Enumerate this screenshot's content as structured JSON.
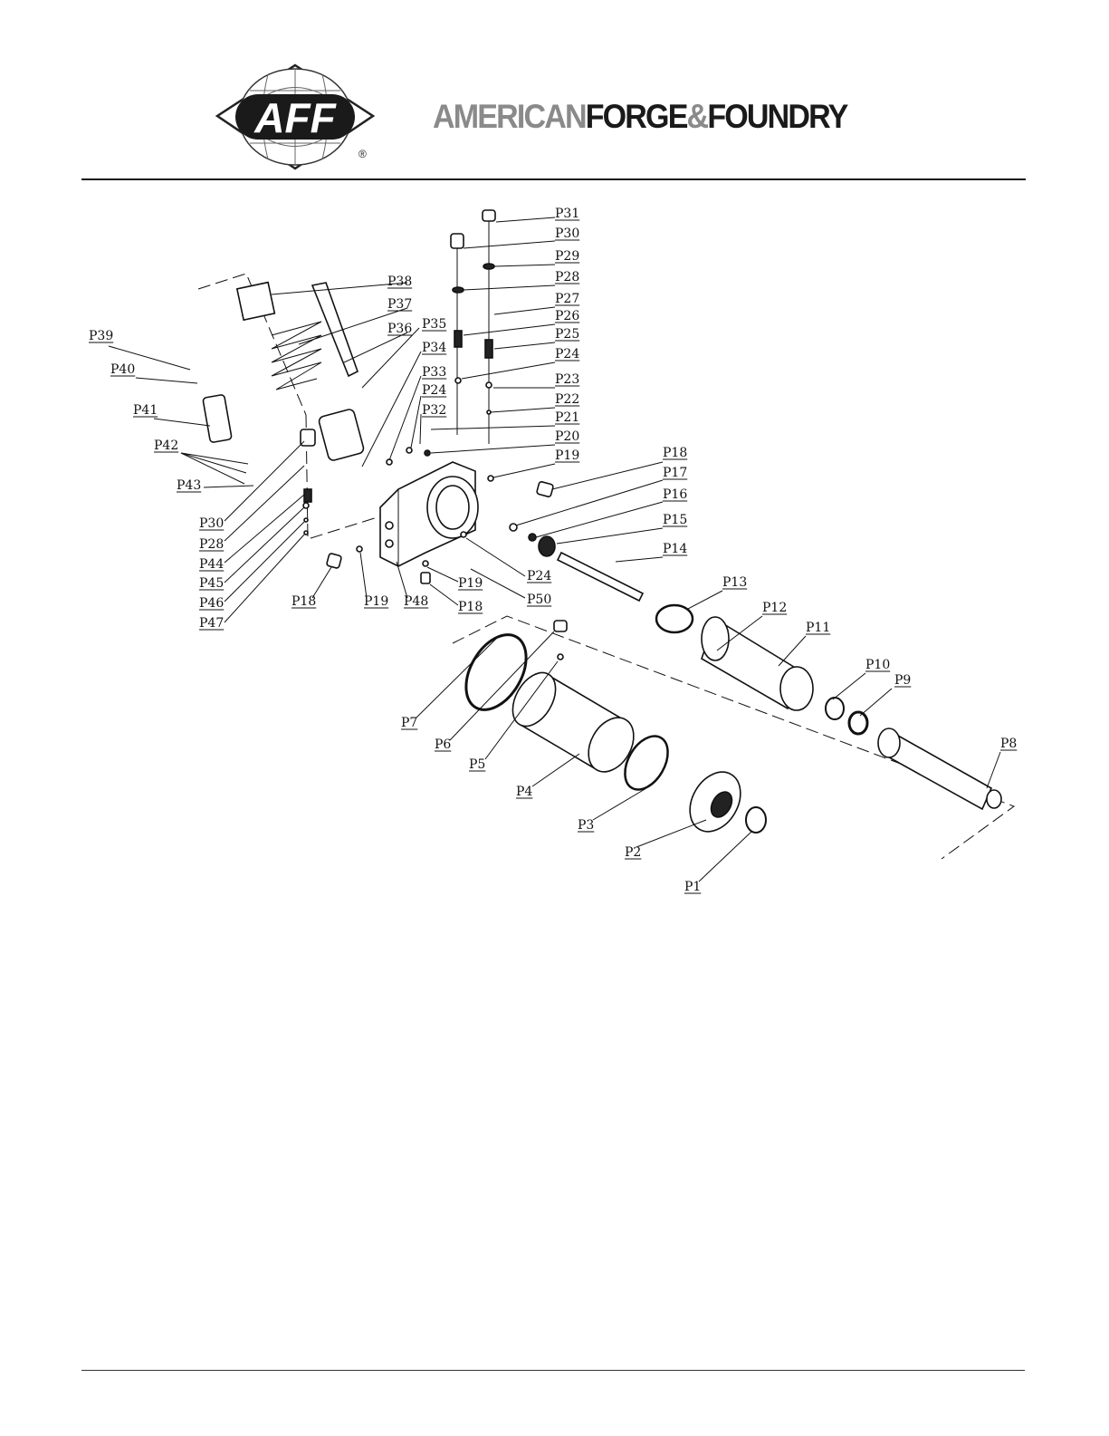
{
  "brand": {
    "logo_text": "AFF",
    "registered": "®",
    "name_part1": "AMERICAN",
    "name_part2": "FORGE",
    "amp": "&",
    "name_part3": "FOUNDRY"
  },
  "diagram": {
    "labels": [
      "P1",
      "P2",
      "P3",
      "P4",
      "P5",
      "P6",
      "P7",
      "P8",
      "P9",
      "P10",
      "P11",
      "P12",
      "P13",
      "P14",
      "P15",
      "P16",
      "P17",
      "P18",
      "P19",
      "P20",
      "P21",
      "P22",
      "P23",
      "P24",
      "P25",
      "P26",
      "P27",
      "P28",
      "P29",
      "P30",
      "P31",
      "P32",
      "P33",
      "P34",
      "P35",
      "P36",
      "P37",
      "P38",
      "P39",
      "P40",
      "P41",
      "P42",
      "P43",
      "P44",
      "P45",
      "P46",
      "P47",
      "P48",
      "P50"
    ]
  }
}
